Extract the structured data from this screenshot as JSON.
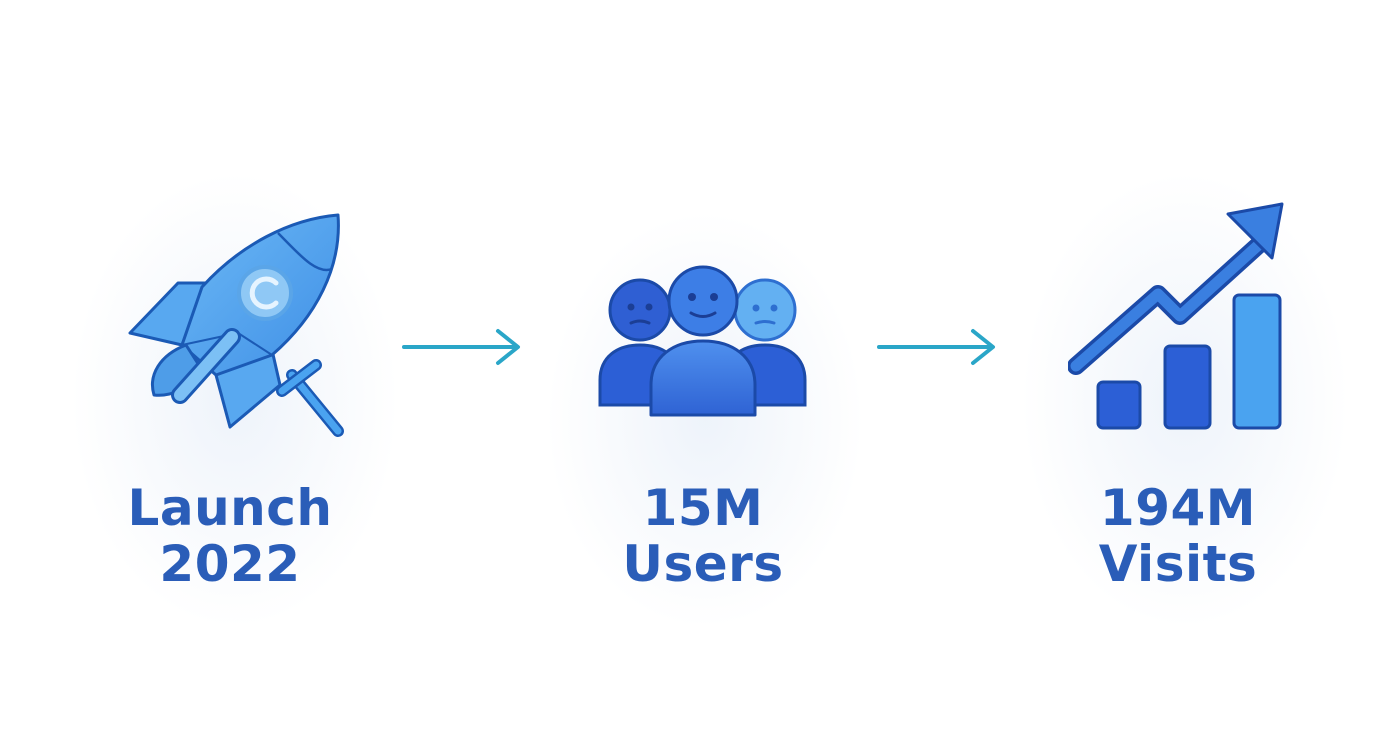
{
  "colors": {
    "label": "#2a5db8",
    "icon_light": "#4aa3f0",
    "icon_mid": "#3a7fe0",
    "icon_dark": "#1f4fc8",
    "outline": "#1b4aa8",
    "arrow": "#2aa6c8"
  },
  "steps": [
    {
      "icon": "rocket-icon",
      "line1": "Launch",
      "line2": "2022"
    },
    {
      "icon": "users-group-icon",
      "line1": "15M",
      "line2": "Users"
    },
    {
      "icon": "growth-chart-icon",
      "line1": "194M",
      "line2": "Visits"
    }
  ],
  "connectors": [
    {
      "icon": "arrow-right-icon"
    },
    {
      "icon": "arrow-right-icon"
    }
  ]
}
